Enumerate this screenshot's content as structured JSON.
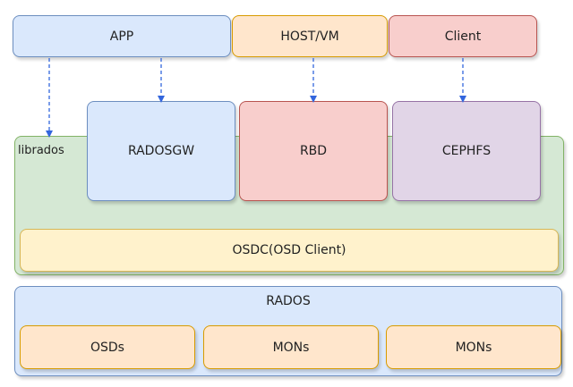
{
  "top_row": {
    "app": "APP",
    "host_vm": "HOST/VM",
    "client": "Client"
  },
  "librados": {
    "label": "librados",
    "radosgw": "RADOSGW",
    "rbd": "RBD",
    "cephfs": "CEPHFS",
    "osdc": "OSDC(OSD Client)"
  },
  "rados": {
    "label": "RADOS",
    "osds": "OSDs",
    "mons_1": "MONs",
    "mons_2": "MONs"
  },
  "colors": {
    "blue_fill": "#dae8fc",
    "orange_fill": "#ffe6cc",
    "red_fill": "#f8cecc",
    "purple_fill": "#e1d5e7",
    "green_fill": "#d5e8d4",
    "yellow_fill": "#fff2cc",
    "arrow": "#3366dd"
  }
}
